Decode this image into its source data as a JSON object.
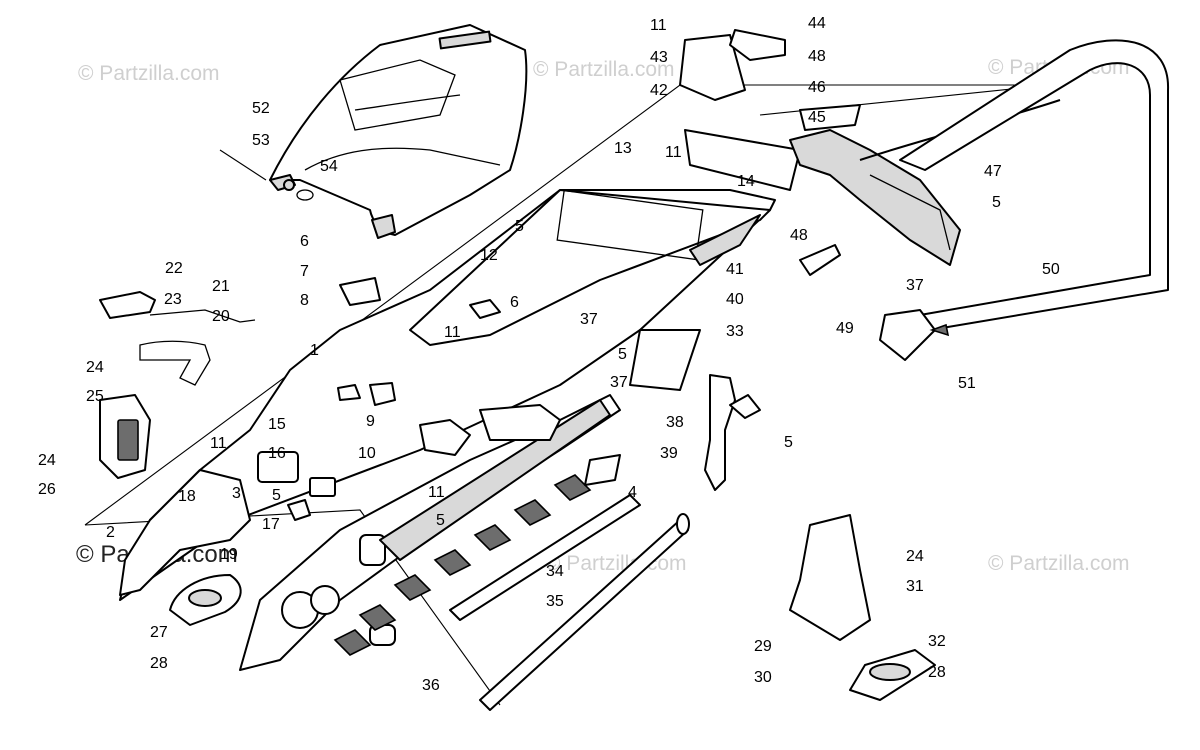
{
  "watermark": "© Partzilla.com",
  "callouts": {
    "c1": "1",
    "c2": "2",
    "c3": "3",
    "c4": "4",
    "c5a": "5",
    "c5b": "5",
    "c5c": "5",
    "c5d": "5",
    "c5e": "5",
    "c5f": "5",
    "c6a": "6",
    "c6b": "6",
    "c7": "7",
    "c8": "8",
    "c9": "9",
    "c10": "10",
    "c11a": "11",
    "c11b": "11",
    "c11c": "11",
    "c11d": "11",
    "c11e": "11",
    "c12": "12",
    "c13": "13",
    "c14": "14",
    "c15": "15",
    "c16": "16",
    "c17": "17",
    "c18": "18",
    "c19": "19",
    "c20": "20",
    "c21": "21",
    "c22": "22",
    "c23": "23",
    "c24a": "24",
    "c24b": "24",
    "c24c": "24",
    "c25": "25",
    "c26": "26",
    "c27": "27",
    "c28a": "28",
    "c28b": "28",
    "c29": "29",
    "c30": "30",
    "c31": "31",
    "c32": "32",
    "c33": "33",
    "c34": "34",
    "c35": "35",
    "c36": "36",
    "c37a": "37",
    "c37b": "37",
    "c37c": "37",
    "c38": "38",
    "c39": "39",
    "c40": "40",
    "c41": "41",
    "c42": "42",
    "c43": "43",
    "c44": "44",
    "c45": "45",
    "c46": "46",
    "c47": "47",
    "c48a": "48",
    "c48b": "48",
    "c49": "49",
    "c50": "50",
    "c51": "51",
    "c52": "52",
    "c53": "53",
    "c54": "54"
  }
}
